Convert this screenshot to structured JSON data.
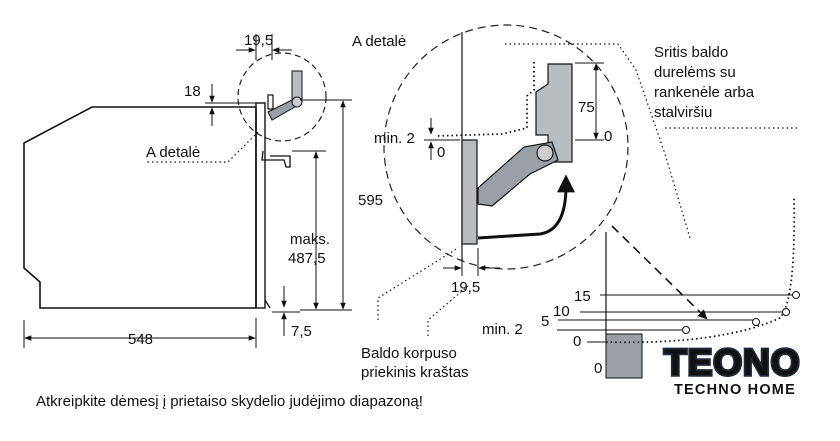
{
  "labels": {
    "detail_top": "A detalė",
    "detail_left": "A detalė",
    "zone_line1": "Sritis baldo",
    "zone_line2": "durelėms su",
    "zone_line3": "rankenėle arba",
    "zone_line4": "stalviršiu",
    "front_edge_line1": "Baldo korpuso",
    "front_edge_line2": "priekinis kraštas",
    "note": "Atkreipkite dėmesį į prietaiso skydelio judėjimo diapazoną!"
  },
  "dimensions": {
    "d19_5_top": "19,5",
    "d18": "18",
    "d595": "595",
    "maks_label": "maks.",
    "d487_5": "487,5",
    "d548": "548",
    "d7_5": "7,5",
    "det_75": "75",
    "det_0_right": "0",
    "det_min2": "min. 2",
    "det_0_left": "0",
    "det_19_5": "19,5"
  },
  "scale": {
    "s15": "15",
    "s10": "10",
    "s5": "5",
    "smin2": "min. 2",
    "s0": "0",
    "s0_bottom": "0"
  },
  "logo": {
    "main": "TEONO",
    "sub": "TECHNO HOME",
    "colors": {
      "dark": "#1e2a38",
      "light": "#ffffff"
    }
  }
}
